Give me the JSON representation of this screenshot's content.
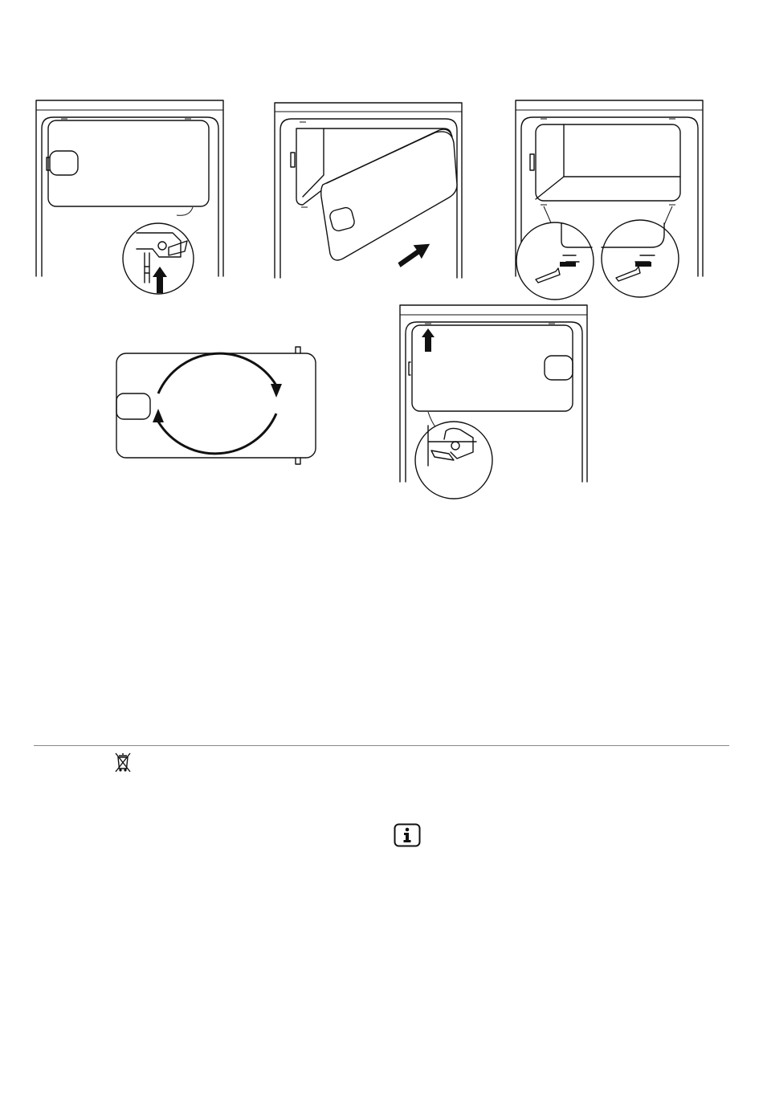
{
  "figures": [
    {
      "id": "step-1",
      "icon": "fridge-door-hinge-unscrew-illustration"
    },
    {
      "id": "step-2",
      "icon": "fridge-door-removal-illustration"
    },
    {
      "id": "step-3",
      "icon": "fridge-hinge-pin-move-illustration"
    },
    {
      "id": "step-4",
      "icon": "door-rotate-illustration"
    },
    {
      "id": "step-5",
      "icon": "fridge-door-refit-illustration"
    }
  ],
  "icons": {
    "weee": "crossed-out-wheelie-bin-icon",
    "info": "info-icon"
  },
  "colors": {
    "line": "#111111",
    "divider": "#888888"
  }
}
